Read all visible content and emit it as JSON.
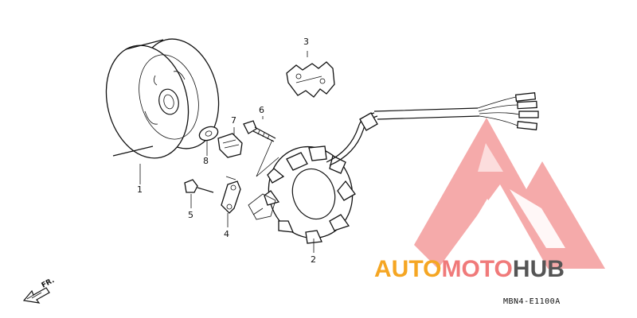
{
  "callouts": [
    "1",
    "2",
    "3",
    "4",
    "5",
    "6",
    "7",
    "8"
  ],
  "direction_label": "FR.",
  "diagram_code": "MBN4-E1100A",
  "watermark": {
    "word_part_1": "AUTO",
    "word_part_2": "MOTO",
    "word_part_3": "HUB",
    "color_orange": "#f5a623",
    "color_red": "#f07a7a",
    "color_grey": "#555555"
  }
}
